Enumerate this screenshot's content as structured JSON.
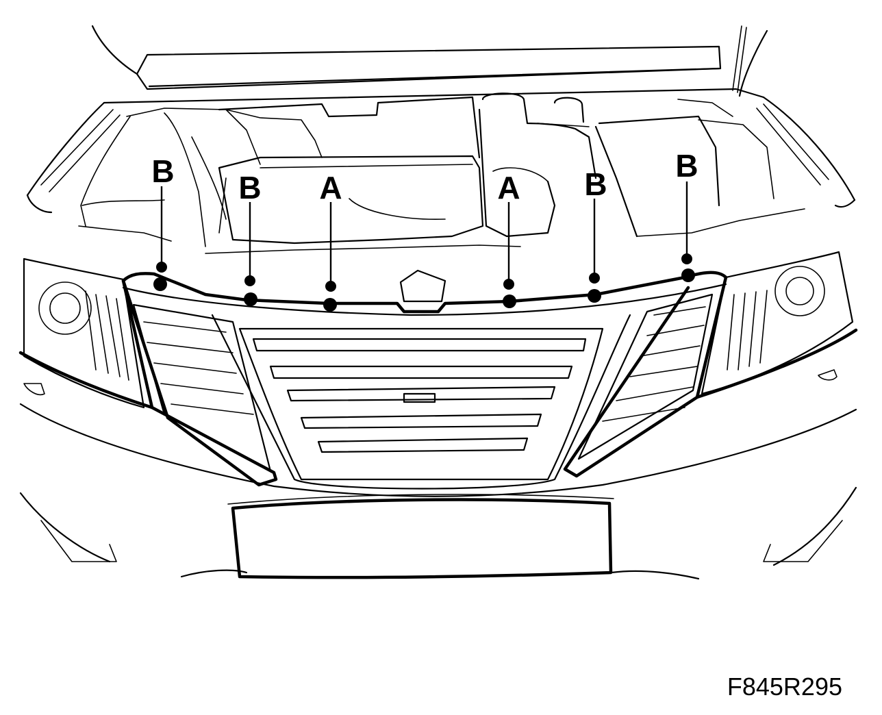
{
  "figure_ref": "F845R295",
  "callouts": [
    {
      "label": "B",
      "id": "b1"
    },
    {
      "label": "B",
      "id": "b2"
    },
    {
      "label": "A",
      "id": "a1"
    },
    {
      "label": "A",
      "id": "a2"
    },
    {
      "label": "B",
      "id": "b3"
    },
    {
      "label": "B",
      "id": "b4"
    }
  ]
}
